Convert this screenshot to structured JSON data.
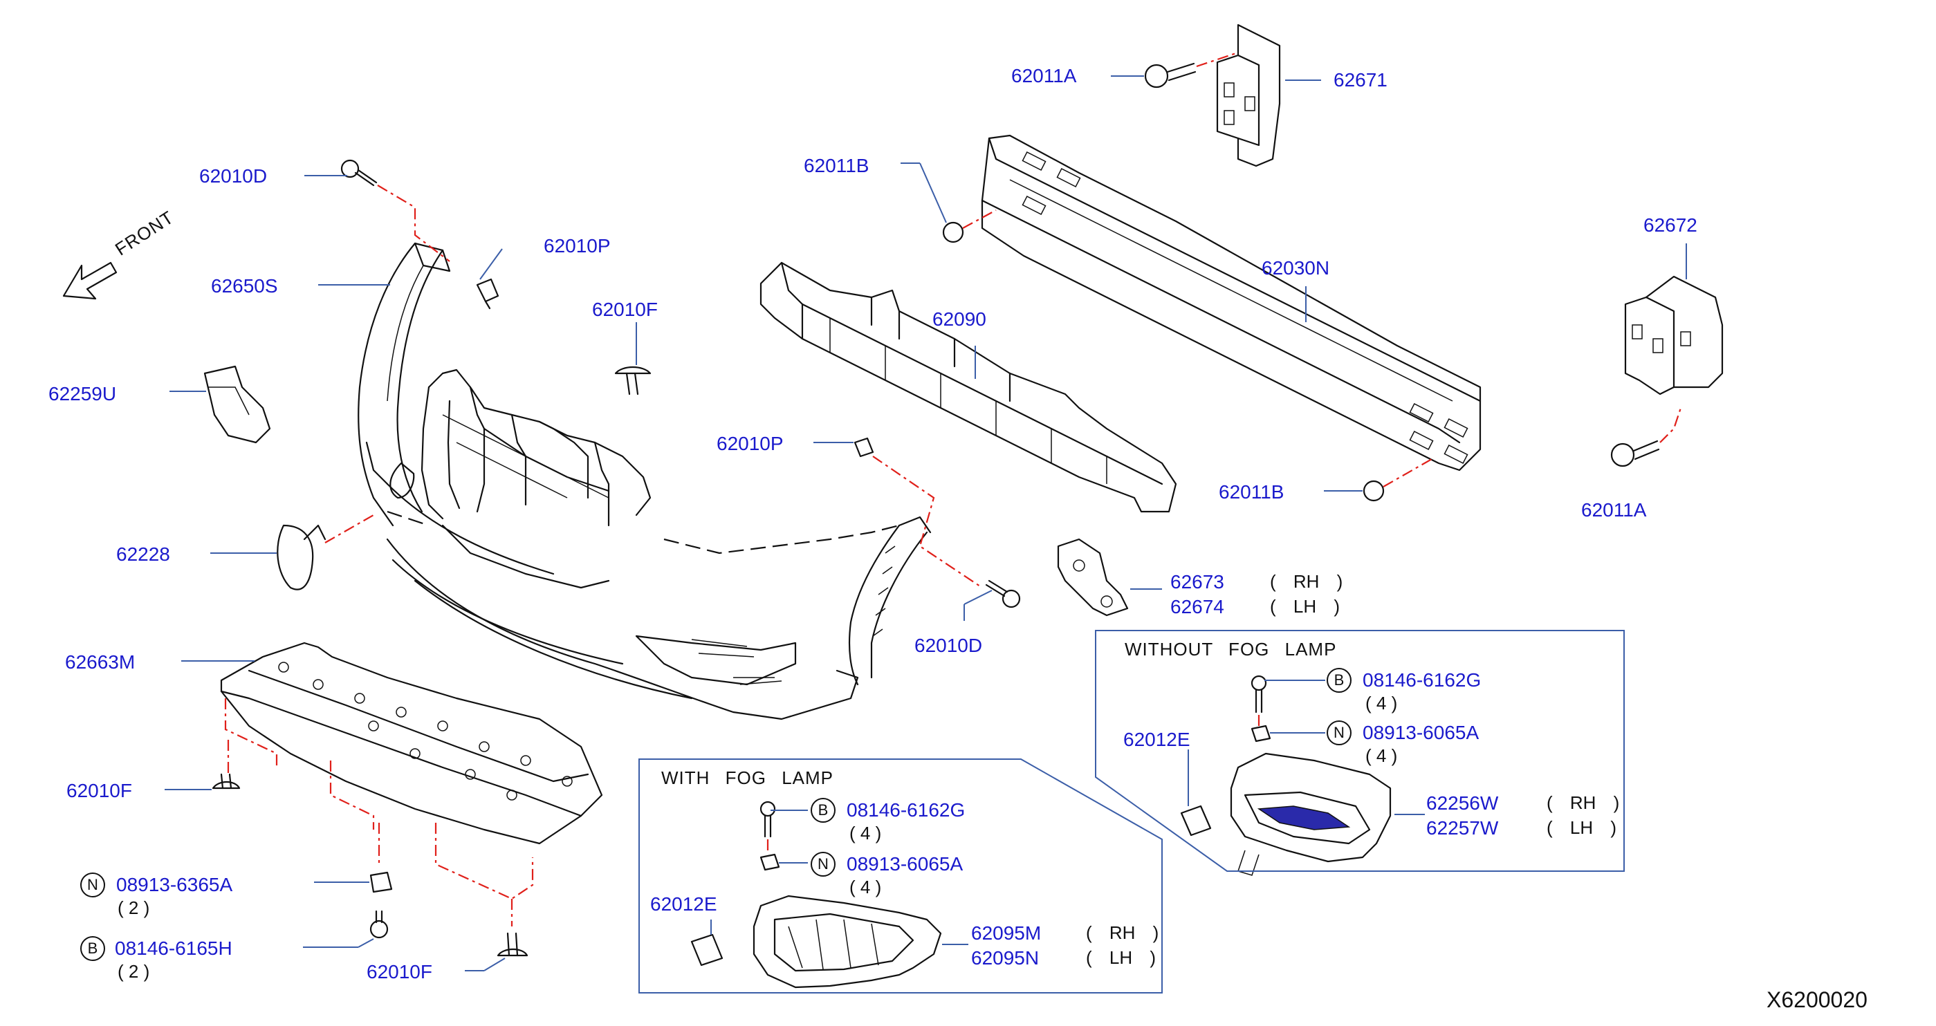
{
  "diagram_id": "X6200020",
  "front_label": "FRONT",
  "parts": {
    "p62010D_top": "62010D",
    "p62650S": "62650S",
    "p62010P_top": "62010P",
    "p62010F_mid": "62010F",
    "p62259U": "62259U",
    "p62228": "62228",
    "p62663M": "62663M",
    "p62010F_left": "62010F",
    "p08913_6365A": "08913-6365A",
    "p08913_6365A_qty": "( 2 )",
    "p08146_6165H": "08146-6165H",
    "p08146_6165H_qty": "( 2 )",
    "p62010F_bottom": "62010F",
    "p62011A_top": "62011A",
    "p62671": "62671",
    "p62011B_top": "62011B",
    "p62030N": "62030N",
    "p62090": "62090",
    "p62010P_mid": "62010P",
    "p62672": "62672",
    "p62011A_right": "62011A",
    "p62011B_bottom": "62011B",
    "p62673": "62673",
    "p62673_side": "( RH )",
    "p62674": "62674",
    "p62674_side": "( LH )",
    "p62010D_bottom": "62010D"
  },
  "with_fog": {
    "title": "WITH FOG LAMP",
    "bolt": "08146-6162G",
    "bolt_qty": "( 4 )",
    "nut": "08913-6065A",
    "nut_qty": "( 4 )",
    "clip": "62012E",
    "rh": "62095M",
    "rh_side": "( RH )",
    "lh": "62095N",
    "lh_side": "( LH )"
  },
  "without_fog": {
    "title": "WITHOUT FOG LAMP",
    "bolt": "08146-6162G",
    "bolt_qty": "( 4 )",
    "nut": "08913-6065A",
    "nut_qty": "( 4 )",
    "clip": "62012E",
    "rh": "62256W",
    "rh_side": "( RH )",
    "lh": "62257W",
    "lh_side": "( LH )"
  },
  "symbols": {
    "bolt_symbol": "B",
    "nut_symbol": "N"
  },
  "colors": {
    "label_blue": "#1a1acc",
    "leader_blue": "#3b5ea8",
    "dash_red": "#e0201a",
    "line_black": "#111111"
  }
}
